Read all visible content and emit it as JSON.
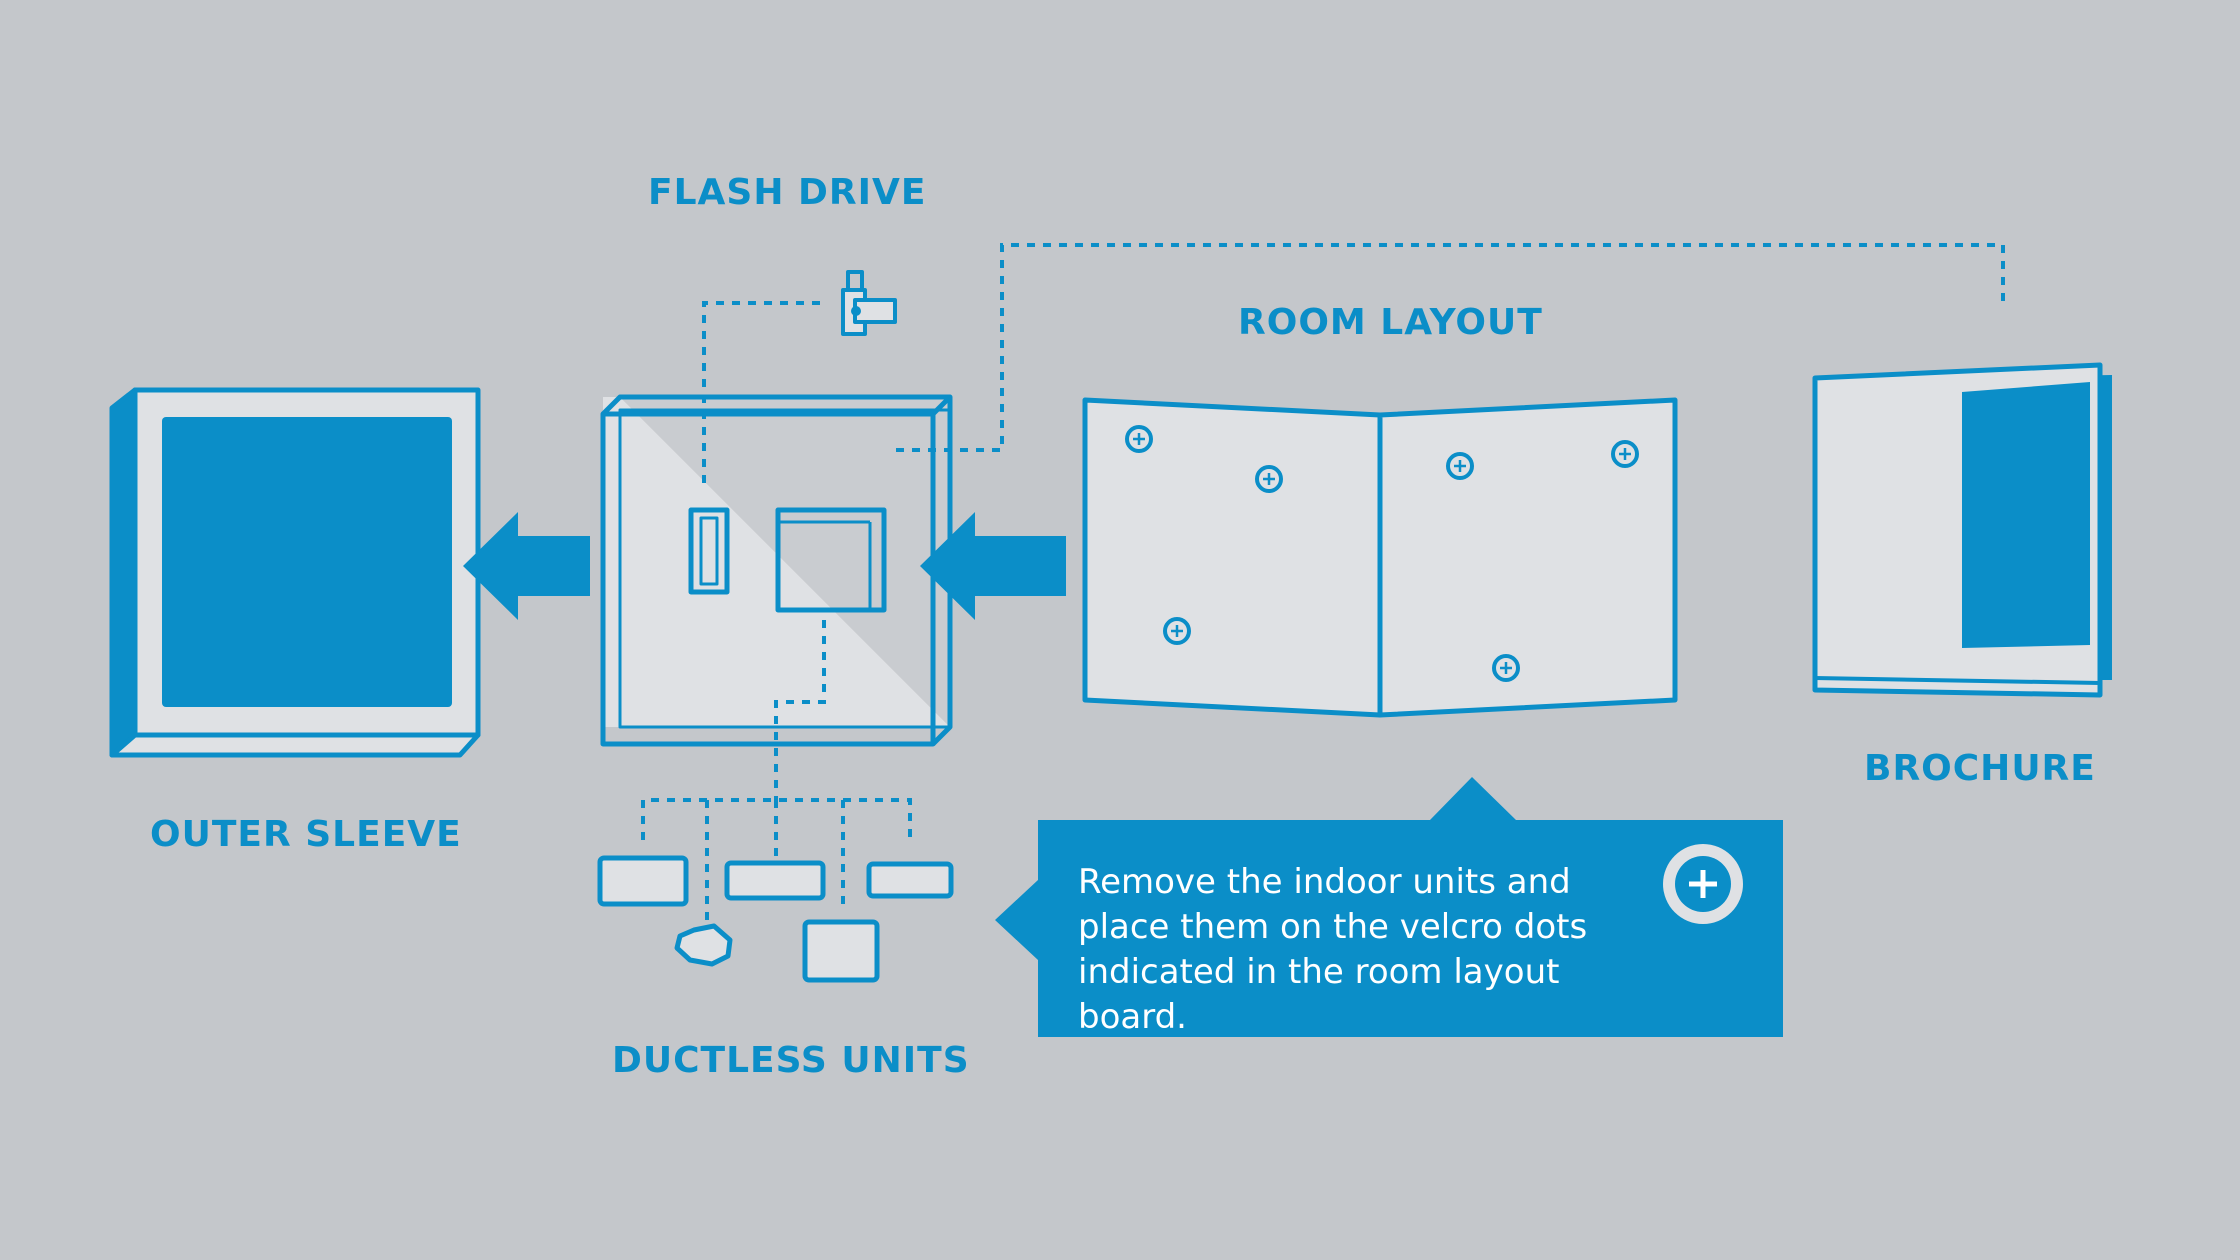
{
  "colors": {
    "background": "#c4c7cb",
    "accent": "#0b8ec8",
    "panel": "#dfe1e4",
    "callout_text": "#ffffff"
  },
  "labels": {
    "flash_drive": "FLASH DRIVE",
    "room_layout": "ROOM LAYOUT",
    "outer_sleeve": "OUTER SLEEVE",
    "brochure": "BROCHURE",
    "ductless_units": "DUCTLESS UNITS"
  },
  "callout": {
    "text": "Remove the indoor units and\nplace them on the velcro dots\nindicated in the room layout board.",
    "icon": "plus-circle-icon"
  },
  "icons": [
    "usb-flash-drive-icon",
    "arrow-left-icon",
    "velcro-dot-icon",
    "plus-circle-icon"
  ]
}
